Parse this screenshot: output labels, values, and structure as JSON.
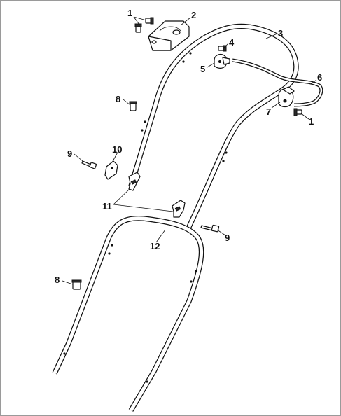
{
  "callouts": [
    {
      "id": "c1a",
      "text": "1"
    },
    {
      "id": "c2",
      "text": "2"
    },
    {
      "id": "c3",
      "text": "3"
    },
    {
      "id": "c4",
      "text": "4"
    },
    {
      "id": "c5",
      "text": "5"
    },
    {
      "id": "c6",
      "text": "6"
    },
    {
      "id": "c7",
      "text": "7"
    },
    {
      "id": "c1b",
      "text": "1"
    },
    {
      "id": "c8a",
      "text": "8"
    },
    {
      "id": "c9a",
      "text": "9"
    },
    {
      "id": "c10",
      "text": "10"
    },
    {
      "id": "c11",
      "text": "11"
    },
    {
      "id": "c9b",
      "text": "9"
    },
    {
      "id": "c12",
      "text": "12"
    },
    {
      "id": "c8b",
      "text": "8"
    }
  ]
}
